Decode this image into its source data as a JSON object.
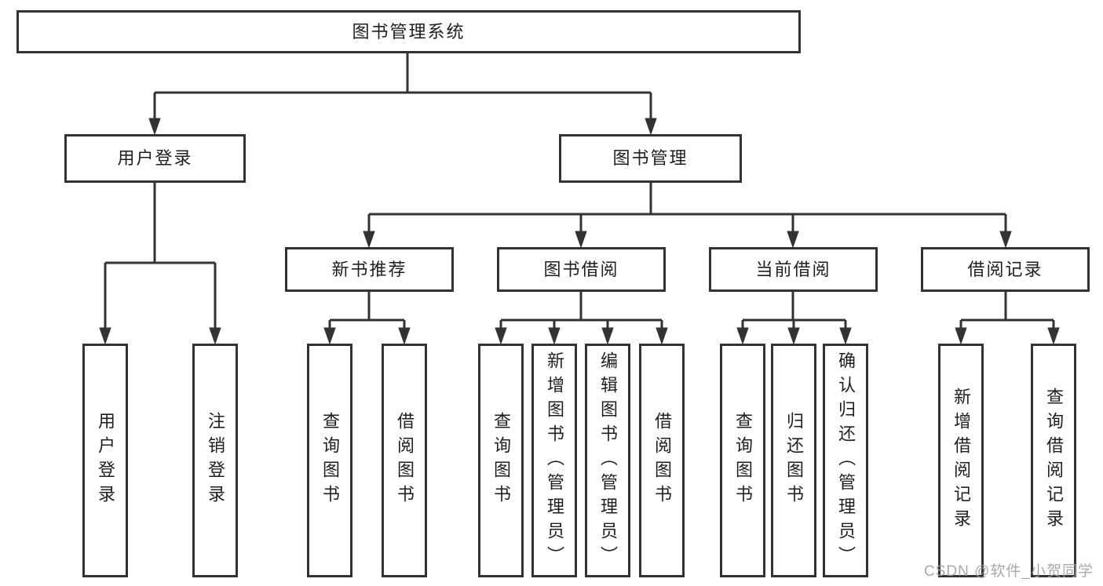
{
  "diagram": {
    "type": "function-structure-tree",
    "root": {
      "label": "图书管理系统"
    },
    "user_login": {
      "label": "用户登录",
      "children": [
        "用户登录",
        "注销登录"
      ]
    },
    "book_management": {
      "label": "图书管理"
    },
    "new_book_recommend": {
      "label": "新书推荐",
      "children": [
        "查询图书",
        "借阅图书"
      ]
    },
    "book_borrowing": {
      "label": "图书借阅",
      "children": [
        "查询图书",
        "新增图书（管理员）",
        "编辑图书（管理员）",
        "借阅图书"
      ]
    },
    "current_borrowing": {
      "label": "当前借阅",
      "children": [
        "查询图书",
        "归还图书",
        "确认归还（管理员）"
      ]
    },
    "borrowing_records": {
      "label": "借阅记录",
      "children": [
        "新增借阅记录",
        "查询借阅记录"
      ]
    },
    "colors": {
      "line": "#333333",
      "box_border": "#333333",
      "box_fill": "#ffffff",
      "text": "#1f1f1f",
      "background": "#ffffff",
      "watermark_text_color": "#9e9e9e"
    }
  },
  "watermark": "CSDN @软件_小贺同学"
}
